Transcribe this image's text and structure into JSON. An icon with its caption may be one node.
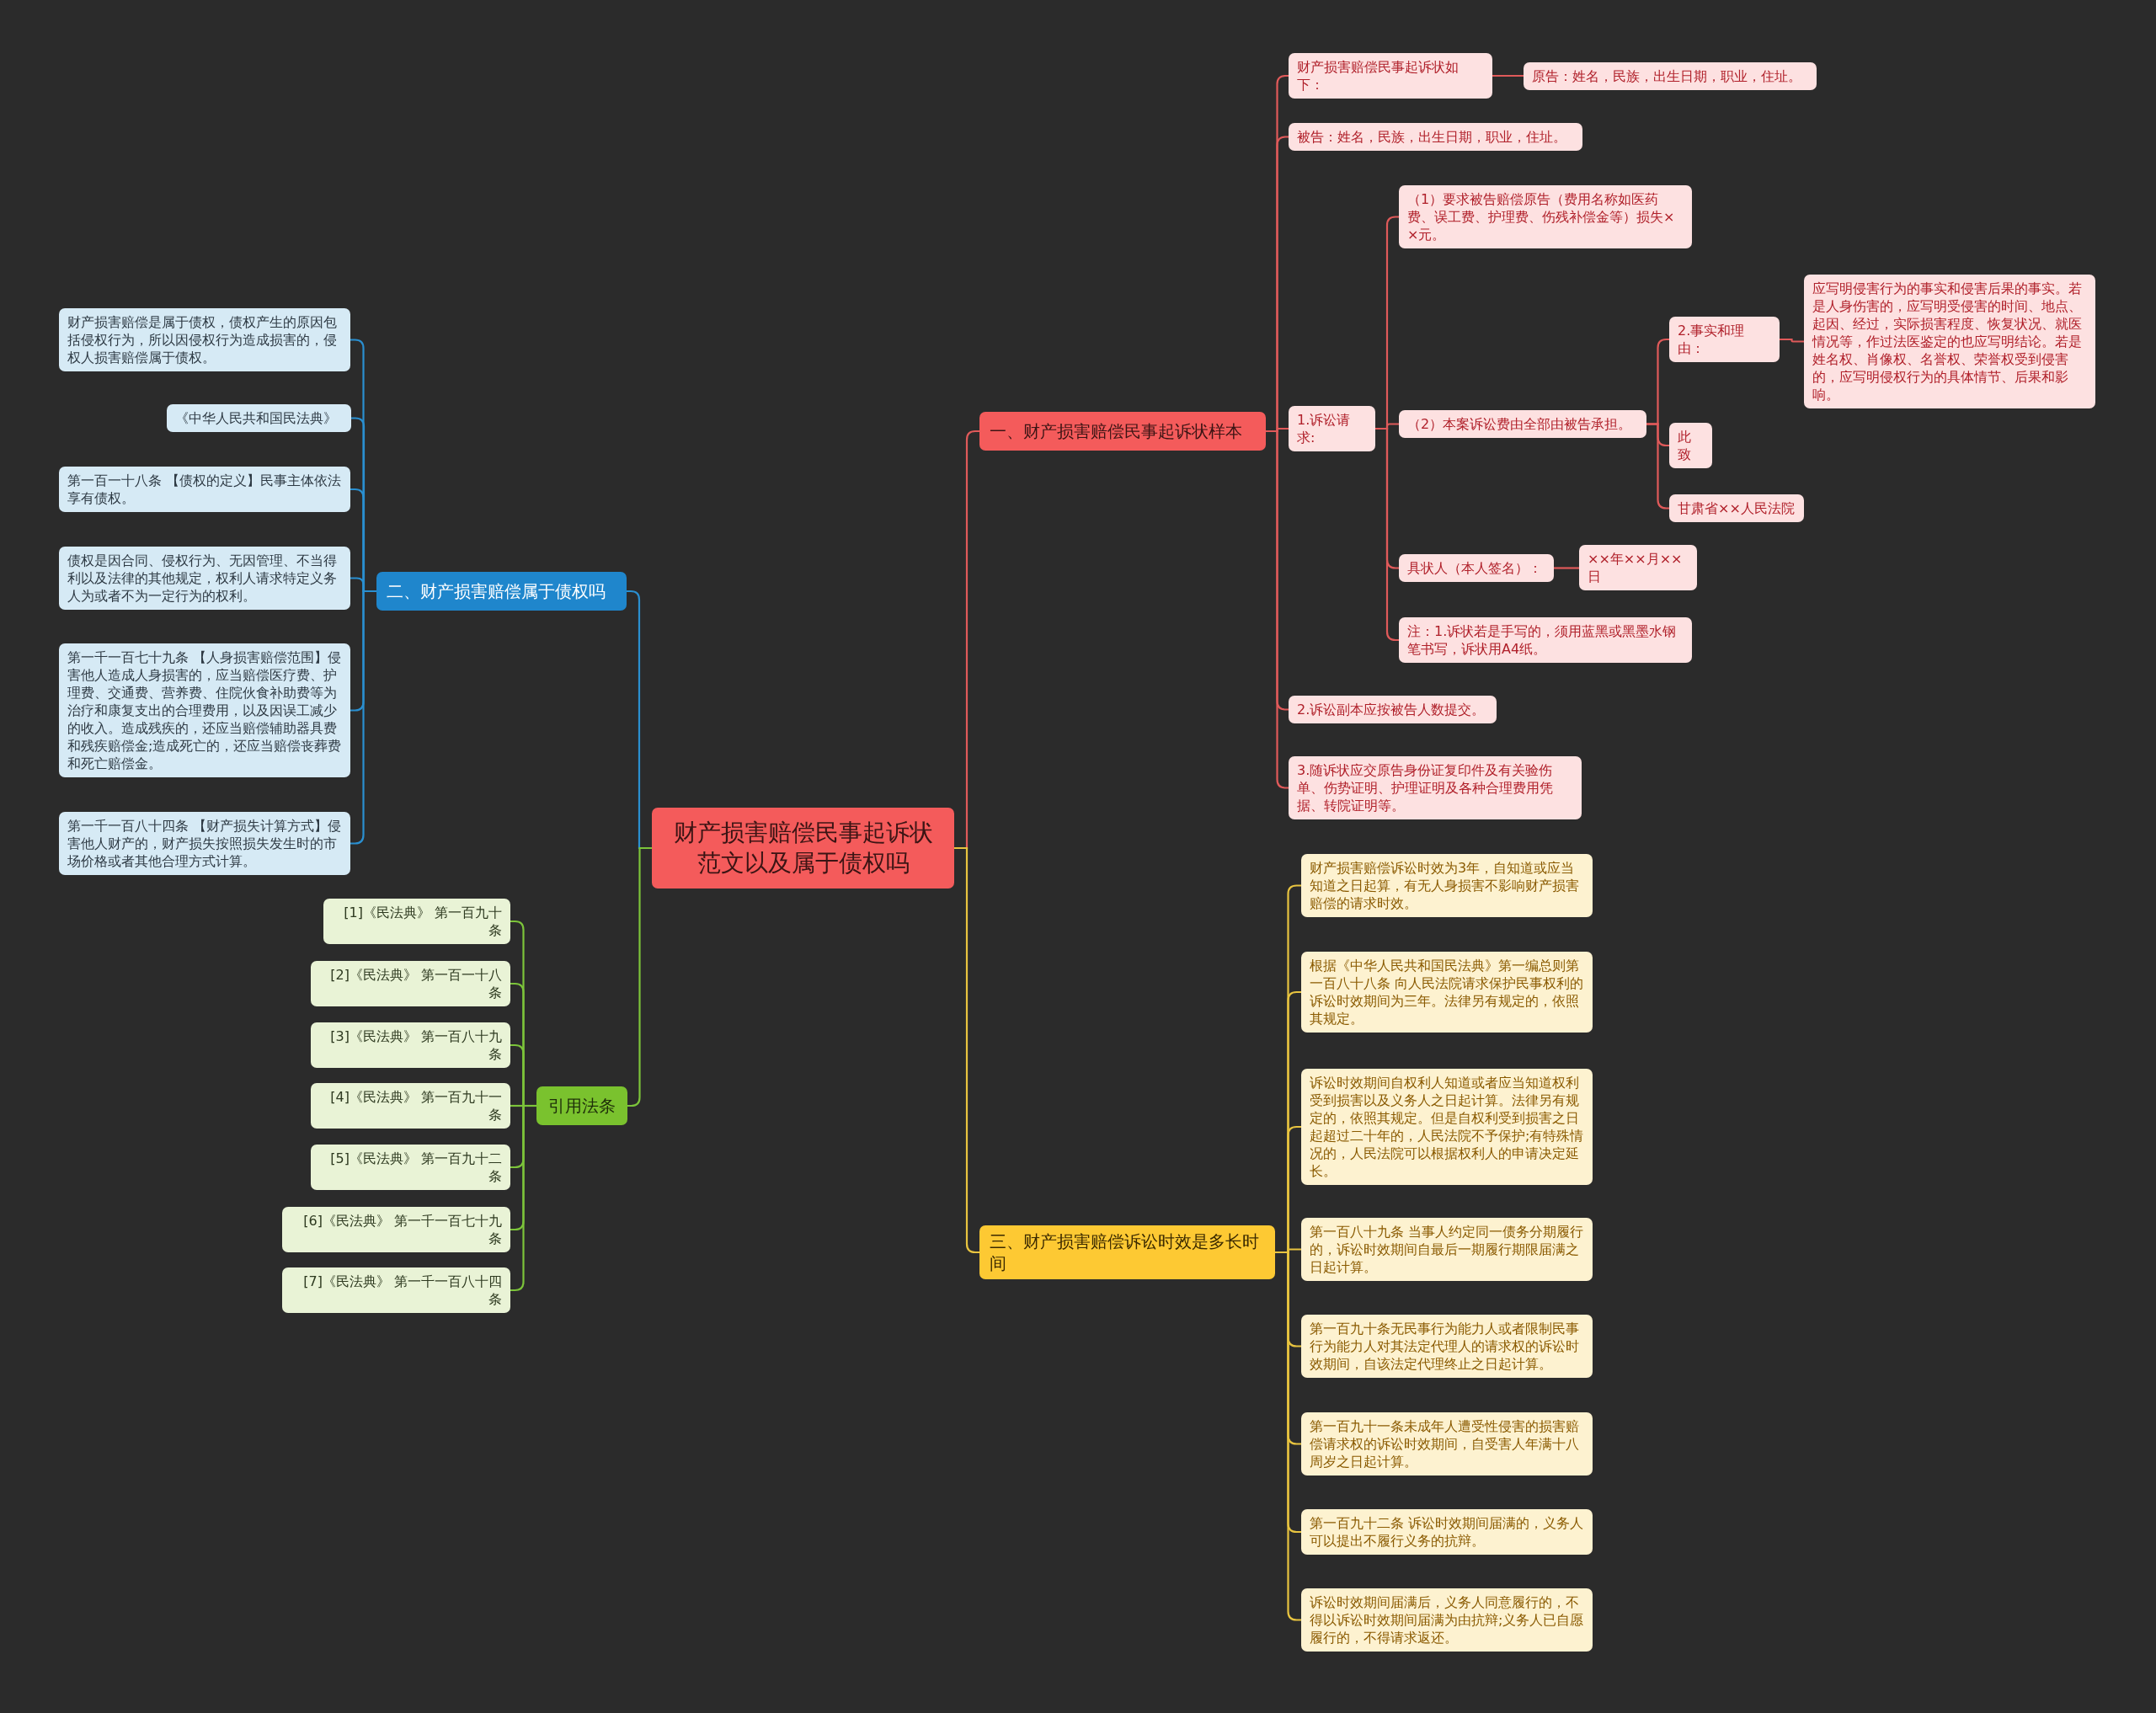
{
  "diagram": {
    "nodes": [
      {
        "text": [
          "财产损害赔偿民事起诉状范文以及属于债权吗"
        ]
      },
      {
        "text": [
          "一、财产损害赔偿民事起诉状样本"
        ]
      },
      {
        "text": [
          "二、财产损害赔偿属于债权吗"
        ]
      },
      {
        "text": [
          "引用法条"
        ]
      },
      {
        "text": [
          "三、财产损害赔偿诉讼时效是多长时间"
        ]
      },
      {
        "text": [
          "财产损害赔偿民事起诉状如下："
        ]
      },
      {
        "text": [
          "原告：姓名，民族，出生日期，职业，住址。"
        ]
      },
      {
        "text": [
          "被告：姓名，民族，出生日期，职业，住址。"
        ]
      },
      {
        "text": [
          "1.诉讼请求:"
        ]
      },
      {
        "text": [
          "（1）要求被告赔偿原告（费用名称如医药费、误工费、护理费、伤残补偿金等）损失××元。"
        ]
      },
      {
        "text": [
          "（2）本案诉讼费由全部由被告承担。"
        ]
      },
      {
        "text": [
          "2.事实和理由："
        ]
      },
      {
        "text": [
          "应写明侵害行为的事实和侵害后果的事实。若是人身伤害的，应写明受侵害的时间、地点、起因、经过，实际损害程度、恢复状况、就医情况等，作过法医鉴定的也应写明结论。若是姓名权、肖像权、名誉权、荣誉权受到侵害的，应写明侵权行为的具体情节、后果和影响。"
        ]
      },
      {
        "text": [
          "此致"
        ]
      },
      {
        "text": [
          "甘肃省××人民法院"
        ]
      },
      {
        "text": [
          "具状人（本人签名）："
        ]
      },
      {
        "text": [
          "××年××月××日"
        ]
      },
      {
        "text": [
          "注：1.诉状若是手写的，须用蓝黑或黑墨水钢笔书写，诉状用A4纸。"
        ]
      },
      {
        "text": [
          "2.诉讼副本应按被告人数提交。"
        ]
      },
      {
        "text": [
          "3.随诉状应交原告身份证复印件及有关验伤单、伤势证明、护理证明及各种合理费用凭据、转院证明等。"
        ]
      },
      {
        "text": [
          "财产损害赔偿是属于债权，债权产生的原因包括侵权行为，所以因侵权行为造成损害的，侵权人损害赔偿属于债权。"
        ]
      },
      {
        "text": [
          "《中华人民共和国民法典》"
        ]
      },
      {
        "text": [
          "第一百一十八条 【债权的定义】民事主体依法享有债权。"
        ]
      },
      {
        "text": [
          "债权是因合同、侵权行为、无因管理、不当得利以及法律的其他规定，权利人请求特定义务人为或者不为一定行为的权利。"
        ]
      },
      {
        "text": [
          "第一千一百七十九条 【人身损害赔偿范围】侵害他人造成人身损害的，应当赔偿医疗费、护理费、交通费、营养费、住院伙食补助费等为治疗和康复支出的合理费用，以及因误工减少的收入。造成残疾的，还应当赔偿辅助器具费和残疾赔偿金;造成死亡的，还应当赔偿丧葬费和死亡赔偿金。"
        ]
      },
      {
        "text": [
          "第一千一百八十四条 【财产损失计算方式】侵害他人财产的，财产损失按照损失发生时的市场价格或者其他合理方式计算。"
        ]
      },
      {
        "text": [
          "[1]《民法典》 第一百九十条"
        ]
      },
      {
        "text": [
          "[2]《民法典》 第一百一十八条"
        ]
      },
      {
        "text": [
          "[3]《民法典》 第一百八十九条"
        ]
      },
      {
        "text": [
          "[4]《民法典》 第一百九十一条"
        ]
      },
      {
        "text": [
          "[5]《民法典》 第一百九十二条"
        ]
      },
      {
        "text": [
          "[6]《民法典》 第一千一百七十九条"
        ]
      },
      {
        "text": [
          "[7]《民法典》 第一千一百八十四条"
        ]
      },
      {
        "text": [
          "财产损害赔偿诉讼时效为3年，自知道或应当知道之日起算，有无人身损害不影响财产损害赔偿的请求时效。"
        ]
      },
      {
        "text": [
          "根据《中华人民共和国民法典》第一编总则第一百八十八条 向人民法院请求保护民事权利的诉讼时效期间为三年。法律另有规定的，依照其规定。"
        ]
      },
      {
        "text": [
          "诉讼时效期间自权利人知道或者应当知道权利受到损害以及义务人之日起计算。法律另有规定的，依照其规定。但是自权利受到损害之日起超过二十年的，人民法院不予保护;有特殊情况的，人民法院可以根据权利人的申请决定延长。"
        ]
      },
      {
        "text": [
          "第一百八十九条 当事人约定同一债务分期履行的，诉讼时效期间自最后一期履行期限届满之日起计算。"
        ]
      },
      {
        "text": [
          "第一百九十条无民事行为能力人或者限制民事行为能力人对其法定代理人的请求权的诉讼时效期间，自该法定代理终止之日起计算。"
        ]
      },
      {
        "text": [
          "第一百九十一条未成年人遭受性侵害的损害赔偿请求权的诉讼时效期间，自受害人年满十八周岁之日起计算。"
        ]
      },
      {
        "text": [
          "第一百九十二条 诉讼时效期间届满的，义务人可以提出不履行义务的抗辩。"
        ]
      },
      {
        "text": [
          "诉讼时效期间届满后，义务人同意履行的，不得以诉讼时效期间届满为由抗辩;义务人已自愿履行的，不得请求返还。"
        ]
      }
    ],
    "edges": [
      {
        "from": 0,
        "to": 1,
        "arrow": "none"
      },
      {
        "from": 0,
        "to": 2,
        "arrow": "none",
        "color": "#2a8fd0"
      },
      {
        "from": 0,
        "to": 3,
        "arrow": "none",
        "color": "#7cc43a"
      },
      {
        "from": 0,
        "to": 4,
        "arrow": "none",
        "color": "#e8c440"
      },
      {
        "from": 1,
        "to": 5,
        "arrow": "none"
      },
      {
        "from": 5,
        "to": 6,
        "arrow": "none"
      },
      {
        "from": 1,
        "to": 7,
        "arrow": "none"
      },
      {
        "from": 1,
        "to": 8,
        "arrow": "none"
      },
      {
        "from": 8,
        "to": 9,
        "arrow": "none"
      },
      {
        "from": 8,
        "to": 10,
        "arrow": "none"
      },
      {
        "from": 10,
        "to": 11,
        "arrow": "none"
      },
      {
        "from": 11,
        "to": 12,
        "arrow": "none"
      },
      {
        "from": 10,
        "to": 13,
        "arrow": "none"
      },
      {
        "from": 10,
        "to": 14,
        "arrow": "none"
      },
      {
        "from": 8,
        "to": 15,
        "arrow": "none"
      },
      {
        "from": 15,
        "to": 16,
        "arrow": "none"
      },
      {
        "from": 8,
        "to": 17,
        "arrow": "none"
      },
      {
        "from": 1,
        "to": 18,
        "arrow": "none"
      },
      {
        "from": 1,
        "to": 19,
        "arrow": "none"
      },
      {
        "from": 2,
        "to": 20,
        "arrow": "none",
        "color": "#2a8fd0"
      },
      {
        "from": 2,
        "to": 21,
        "arrow": "none",
        "color": "#2a8fd0"
      },
      {
        "from": 2,
        "to": 22,
        "arrow": "none",
        "color": "#2a8fd0"
      },
      {
        "from": 2,
        "to": 23,
        "arrow": "none",
        "color": "#2a8fd0"
      },
      {
        "from": 2,
        "to": 24,
        "arrow": "none",
        "color": "#2a8fd0"
      },
      {
        "from": 2,
        "to": 25,
        "arrow": "none",
        "color": "#2a8fd0"
      },
      {
        "from": 3,
        "to": 26,
        "arrow": "none",
        "color": "#7cc43a"
      },
      {
        "from": 3,
        "to": 27,
        "arrow": "none",
        "color": "#7cc43a"
      },
      {
        "from": 3,
        "to": 28,
        "arrow": "none",
        "color": "#7cc43a"
      },
      {
        "from": 3,
        "to": 29,
        "arrow": "none",
        "color": "#7cc43a"
      },
      {
        "from": 3,
        "to": 30,
        "arrow": "none",
        "color": "#7cc43a"
      },
      {
        "from": 3,
        "to": 31,
        "arrow": "none",
        "color": "#7cc43a"
      },
      {
        "from": 3,
        "to": 32,
        "arrow": "none",
        "color": "#7cc43a"
      },
      {
        "from": 4,
        "to": 33,
        "arrow": "none",
        "color": "#e8c440"
      },
      {
        "from": 4,
        "to": 34,
        "arrow": "none",
        "color": "#e8c440"
      },
      {
        "from": 4,
        "to": 35,
        "arrow": "none",
        "color": "#e8c440"
      },
      {
        "from": 4,
        "to": 36,
        "arrow": "none",
        "color": "#e8c440"
      },
      {
        "from": 4,
        "to": 37,
        "arrow": "none",
        "color": "#e8c440"
      },
      {
        "from": 4,
        "to": 38,
        "arrow": "none",
        "color": "#e8c440"
      },
      {
        "from": 4,
        "to": 39,
        "arrow": "none",
        "color": "#e8c440"
      },
      {
        "from": 4,
        "to": 40,
        "arrow": "none",
        "color": "#e8c440"
      }
    ]
  }
}
